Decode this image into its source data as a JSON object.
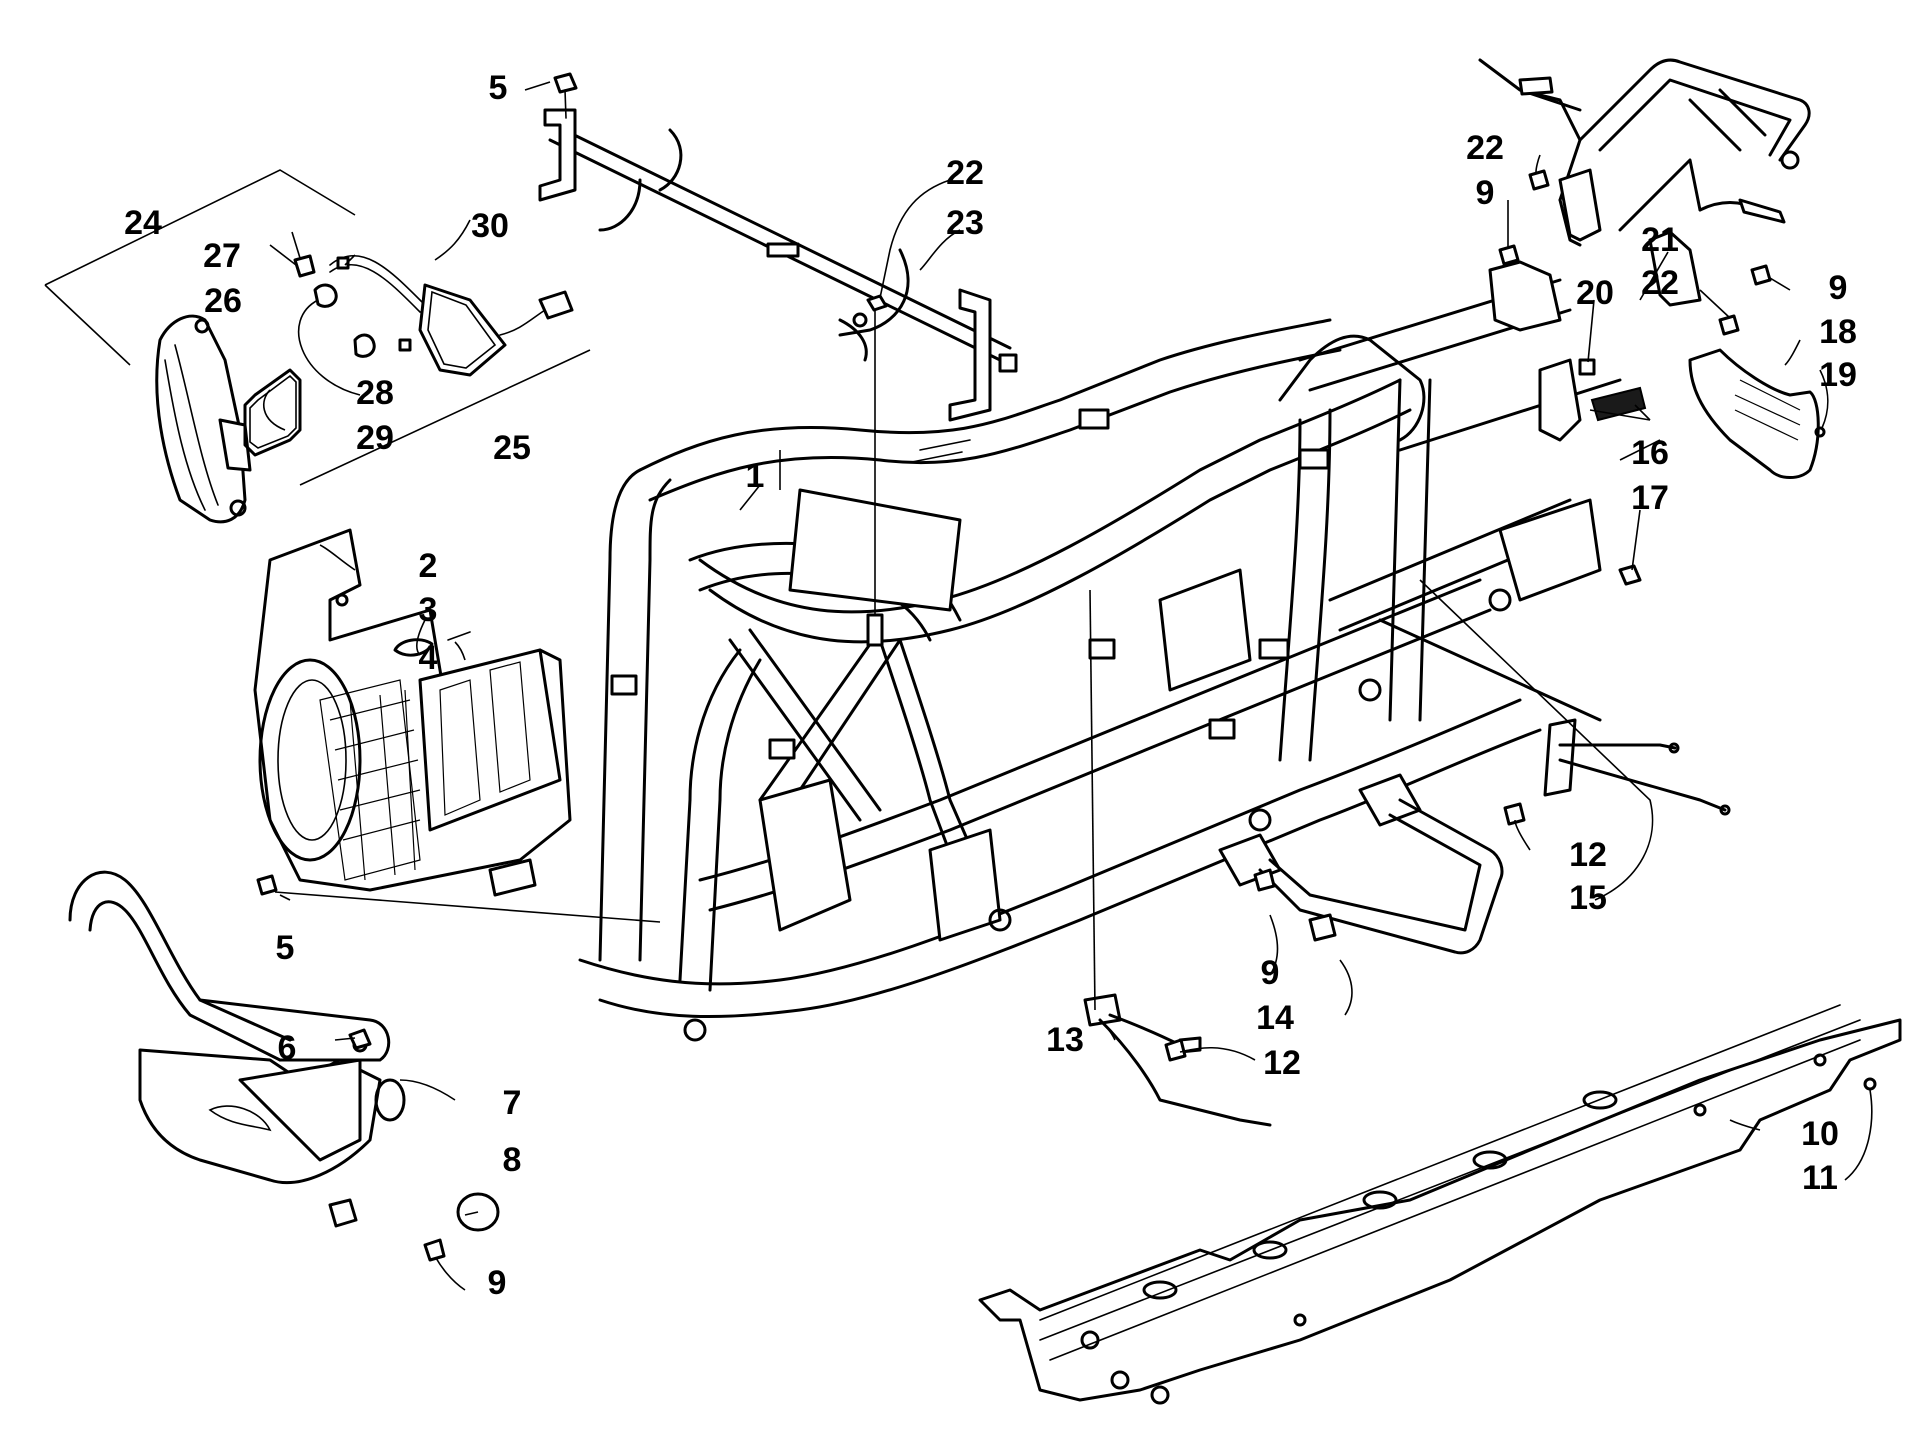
{
  "callouts": [
    {
      "id": "c1",
      "label": "1"
    },
    {
      "id": "c2",
      "label": "2"
    },
    {
      "id": "c3",
      "label": "3"
    },
    {
      "id": "c4",
      "label": "4"
    },
    {
      "id": "c5a",
      "label": "5"
    },
    {
      "id": "c5b",
      "label": "5"
    },
    {
      "id": "c6",
      "label": "6"
    },
    {
      "id": "c7",
      "label": "7"
    },
    {
      "id": "c8",
      "label": "8"
    },
    {
      "id": "c9a",
      "label": "9"
    },
    {
      "id": "c9b",
      "label": "9"
    },
    {
      "id": "c9c",
      "label": "9"
    },
    {
      "id": "c9d",
      "label": "9"
    },
    {
      "id": "c10",
      "label": "10"
    },
    {
      "id": "c11",
      "label": "11"
    },
    {
      "id": "c12a",
      "label": "12"
    },
    {
      "id": "c12b",
      "label": "12"
    },
    {
      "id": "c13",
      "label": "13"
    },
    {
      "id": "c14",
      "label": "14"
    },
    {
      "id": "c15",
      "label": "15"
    },
    {
      "id": "c16",
      "label": "16"
    },
    {
      "id": "c17",
      "label": "17"
    },
    {
      "id": "c18",
      "label": "18"
    },
    {
      "id": "c19",
      "label": "19"
    },
    {
      "id": "c20",
      "label": "20"
    },
    {
      "id": "c21",
      "label": "21"
    },
    {
      "id": "c22a",
      "label": "22"
    },
    {
      "id": "c22b",
      "label": "22"
    },
    {
      "id": "c22c",
      "label": "22"
    },
    {
      "id": "c23",
      "label": "23"
    },
    {
      "id": "c24",
      "label": "24"
    },
    {
      "id": "c25",
      "label": "25"
    },
    {
      "id": "c26",
      "label": "26"
    },
    {
      "id": "c27",
      "label": "27"
    },
    {
      "id": "c28",
      "label": "28"
    },
    {
      "id": "c29",
      "label": "29"
    },
    {
      "id": "c30",
      "label": "30"
    }
  ]
}
